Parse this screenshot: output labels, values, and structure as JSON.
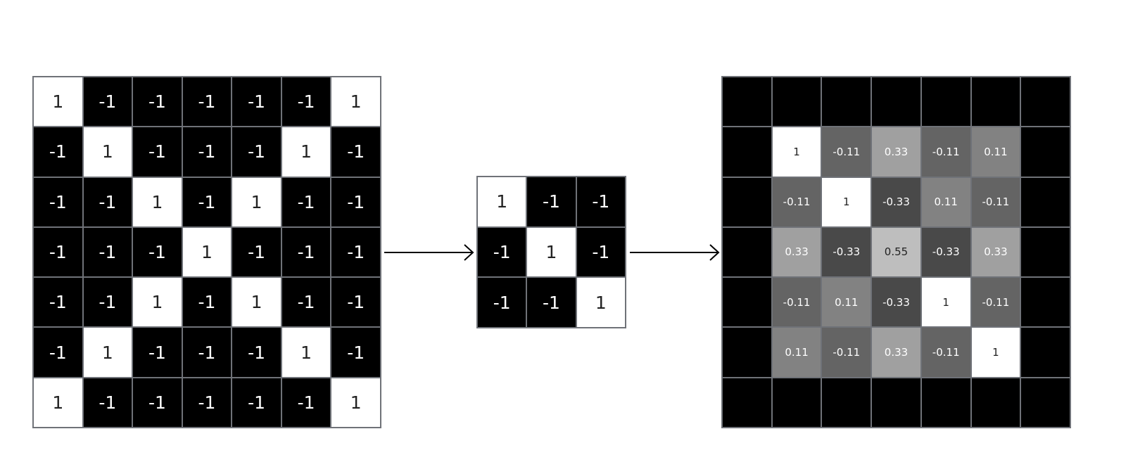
{
  "input_grid": {
    "rows": [
      [
        "1",
        "-1",
        "-1",
        "-1",
        "-1",
        "-1",
        "1"
      ],
      [
        "-1",
        "1",
        "-1",
        "-1",
        "-1",
        "1",
        "-1"
      ],
      [
        "-1",
        "-1",
        "1",
        "-1",
        "1",
        "-1",
        "-1"
      ],
      [
        "-1",
        "-1",
        "-1",
        "1",
        "-1",
        "-1",
        "-1"
      ],
      [
        "-1",
        "-1",
        "1",
        "-1",
        "1",
        "-1",
        "-1"
      ],
      [
        "-1",
        "1",
        "-1",
        "-1",
        "-1",
        "1",
        "-1"
      ],
      [
        "1",
        "-1",
        "-1",
        "-1",
        "-1",
        "-1",
        "1"
      ]
    ]
  },
  "filter_grid": {
    "rows": [
      [
        "1",
        "-1",
        "-1"
      ],
      [
        "-1",
        "1",
        "-1"
      ],
      [
        "-1",
        "-1",
        "1"
      ]
    ]
  },
  "output_grid": {
    "rows": [
      [
        "",
        "",
        "",
        "",
        "",
        "",
        ""
      ],
      [
        "",
        "1",
        "-0.11",
        "0.33",
        "-0.11",
        "0.11",
        ""
      ],
      [
        "",
        "-0.11",
        "1",
        "-0.33",
        "0.11",
        "-0.11",
        ""
      ],
      [
        "",
        "0.33",
        "-0.33",
        "0.55",
        "-0.33",
        "0.33",
        ""
      ],
      [
        "",
        "-0.11",
        "0.11",
        "-0.33",
        "1",
        "-0.11",
        ""
      ],
      [
        "",
        "0.11",
        "-0.11",
        "0.33",
        "-0.11",
        "1",
        ""
      ],
      [
        "",
        "",
        "",
        "",
        "",
        "",
        ""
      ]
    ]
  },
  "colors": {
    "white": "#ffffff",
    "black": "#000000",
    "grid_line": "#6f7278"
  }
}
